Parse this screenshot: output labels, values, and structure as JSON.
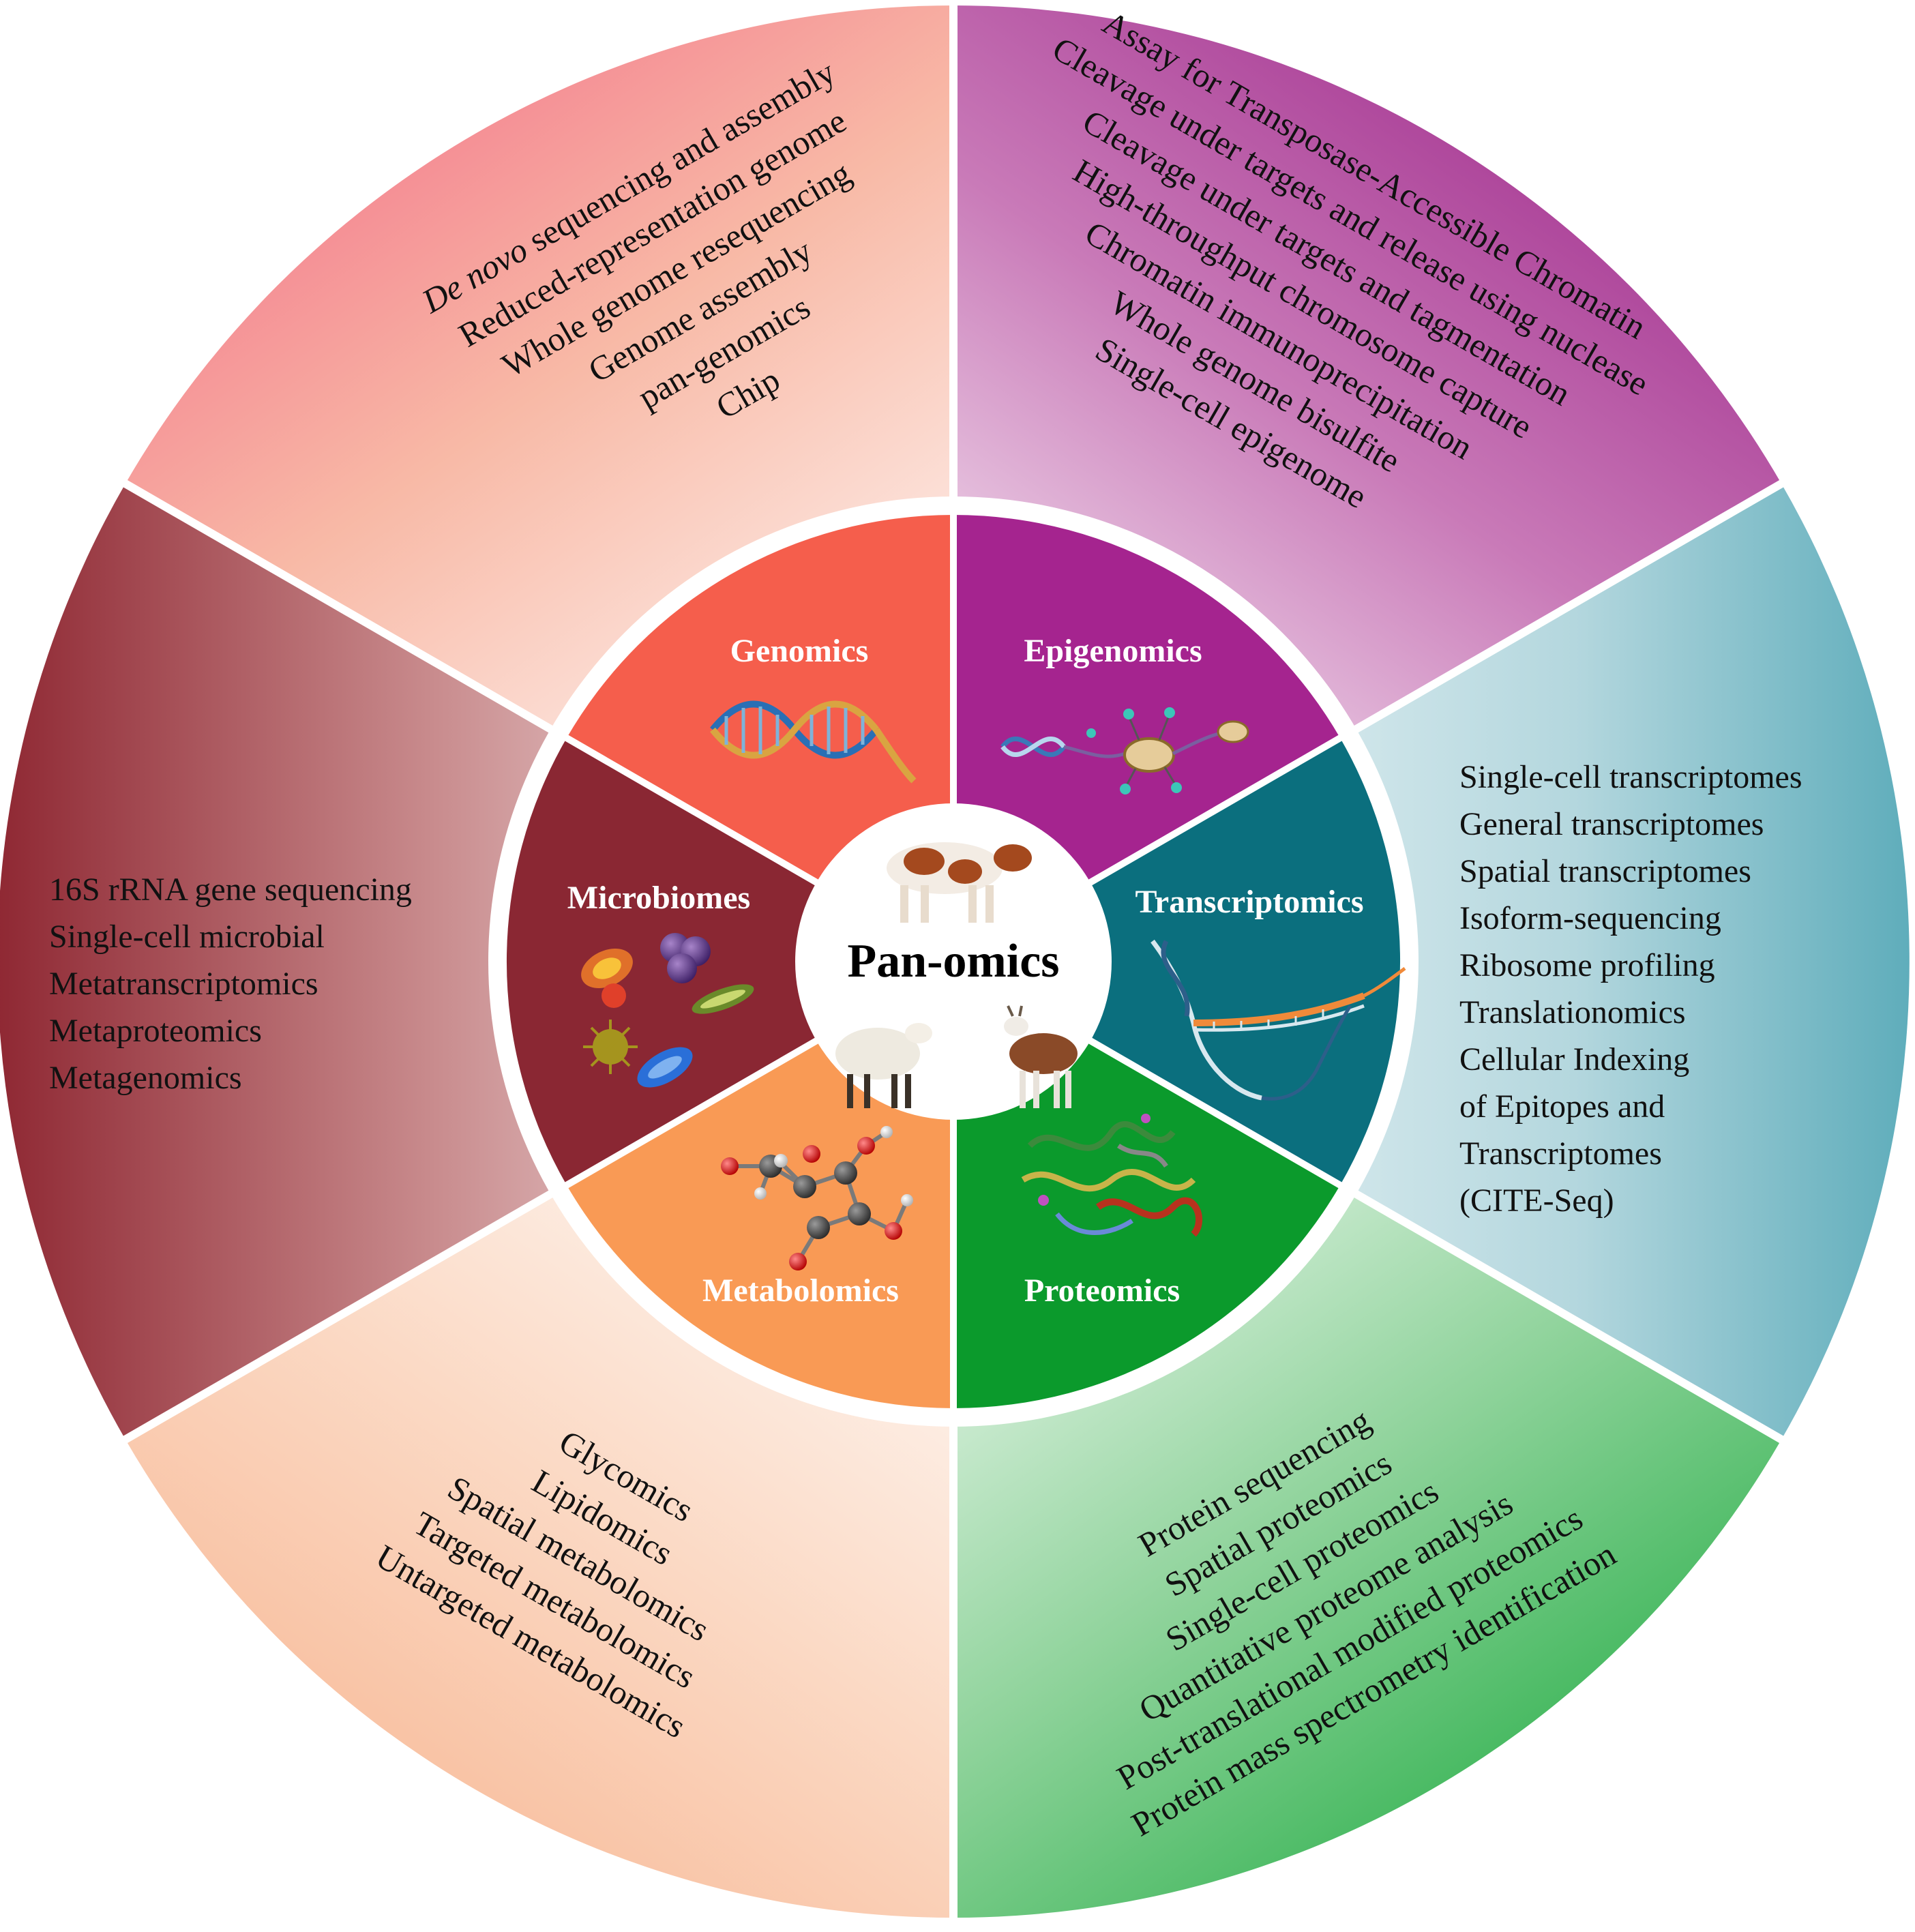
{
  "center": {
    "title": "Pan-omics",
    "animals": [
      "cow",
      "sheep",
      "goat"
    ]
  },
  "colors": {
    "genomics": "#f55e4c",
    "epigenomics": "#a5248f",
    "transcriptomics": "#0b6f7e",
    "proteomics": "#0b9a2c",
    "metabolomics": "#f99a55",
    "microbiomes": "#8a2733"
  },
  "segments": {
    "genomics": {
      "label": "Genomics",
      "icon": "dna-double-helix-icon"
    },
    "epigenomics": {
      "label": "Epigenomics",
      "icon": "chromatin-nucleosome-icon"
    },
    "transcriptomics": {
      "label": "Transcriptomics",
      "icon": "rna-strand-icon"
    },
    "proteomics": {
      "label": "Proteomics",
      "icon": "protein-structure-icon"
    },
    "metabolomics": {
      "label": "Metabolomics",
      "icon": "molecule-ball-stick-icon"
    },
    "microbiomes": {
      "label": "Microbiomes",
      "icon": "microbes-icon"
    }
  },
  "outer": {
    "genomics": {
      "items": [
        "sequencing and assembly",
        "Reduced-representation genome",
        "Whole genome resequencing",
        "Genome assembly",
        "pan-genomics",
        "Chip"
      ],
      "italic_prefix": "De novo"
    },
    "epigenomics": {
      "items": [
        "Assay for Transposase-Accessible Chromatin",
        "Cleavage under targets and release using nuclease",
        "Cleavage under targets and tagmentation",
        "High-throughput chromosome capture",
        "Chromatin immunoprecipitation",
        "Whole genome bisulfite",
        "Single-cell epigenome"
      ]
    },
    "transcriptomics": {
      "items": [
        "Single-cell transcriptomes",
        "General transcriptomes",
        "Spatial transcriptomes",
        "Isoform-sequencing",
        "Ribosome profiling",
        "Translationomics",
        "Cellular Indexing",
        "of Epitopes and",
        "Transcriptomes",
        "(CITE-Seq)"
      ]
    },
    "proteomics": {
      "items": [
        "Protein sequencing",
        "Spatial proteomics",
        "Single-cell proteomics",
        "Quantitative proteome analysis",
        "Post-translational modified proteomics",
        "Protein mass spectrometry identification"
      ]
    },
    "metabolomics": {
      "items": [
        "Glycomics",
        "Lipidomics",
        "Spatial metabolomics",
        "Targeted metabolomics",
        "Untargeted metabolomics"
      ]
    },
    "microbiomes": {
      "items": [
        "16S rRNA gene sequencing",
        "Single-cell microbial",
        "Metatranscriptomics",
        "Metaproteomics",
        "Metagenomics"
      ]
    }
  }
}
